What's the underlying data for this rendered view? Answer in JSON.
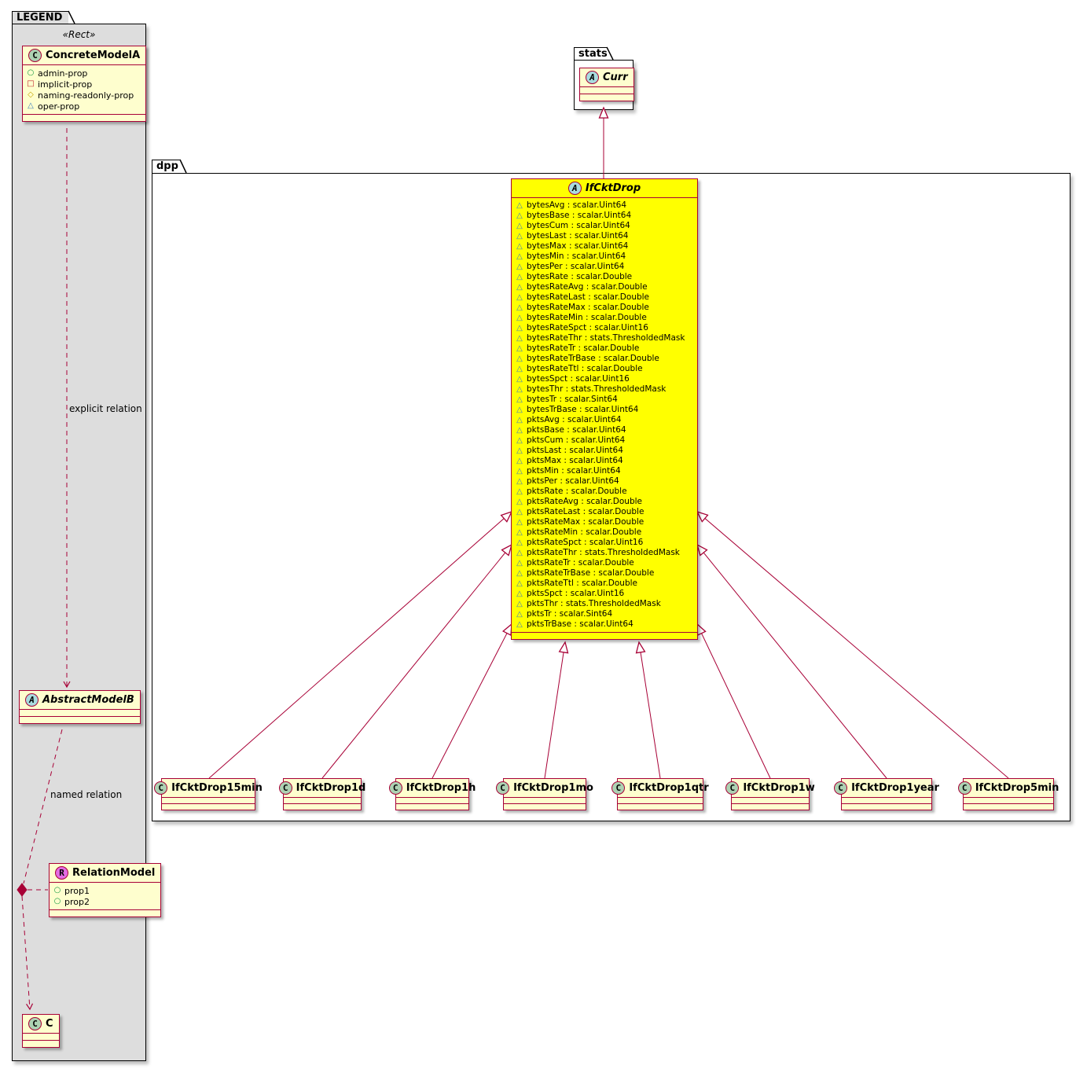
{
  "diagram": {
    "legend": {
      "tab": "LEGEND",
      "stereotype": "«Rect»",
      "classes": {
        "concreteModelA": {
          "spot": "C",
          "name": "ConcreteModelA",
          "properties": [
            {
              "icon": "circle-icon",
              "text": "admin-prop"
            },
            {
              "icon": "square-icon",
              "text": "implicit-prop"
            },
            {
              "icon": "diamond-icon",
              "text": "naming-readonly-prop"
            },
            {
              "icon": "triangle-icon",
              "text": "oper-prop"
            }
          ]
        },
        "abstractModelB": {
          "spot": "A",
          "name": "AbstractModelB"
        },
        "relationModel": {
          "spot": "R",
          "name": "RelationModel",
          "properties": [
            {
              "icon": "circle-icon",
              "text": "prop1"
            },
            {
              "icon": "circle-icon",
              "text": "prop2"
            }
          ]
        },
        "c": {
          "spot": "C",
          "name": "C"
        }
      },
      "relation_labels": {
        "explicit": "explicit relation",
        "named": "named relation"
      }
    },
    "stats": {
      "tab": "stats",
      "curr": {
        "spot": "A",
        "name": "Curr"
      }
    },
    "dpp": {
      "tab": "dpp",
      "ifCktDrop": {
        "spot": "A",
        "name": "IfCktDrop",
        "properties": [
          "bytesAvg : scalar.Uint64",
          "bytesBase : scalar.Uint64",
          "bytesCum : scalar.Uint64",
          "bytesLast : scalar.Uint64",
          "bytesMax : scalar.Uint64",
          "bytesMin : scalar.Uint64",
          "bytesPer : scalar.Uint64",
          "bytesRate : scalar.Double",
          "bytesRateAvg : scalar.Double",
          "bytesRateLast : scalar.Double",
          "bytesRateMax : scalar.Double",
          "bytesRateMin : scalar.Double",
          "bytesRateSpct : scalar.Uint16",
          "bytesRateThr : stats.ThresholdedMask",
          "bytesRateTr : scalar.Double",
          "bytesRateTrBase : scalar.Double",
          "bytesRateTtl : scalar.Double",
          "bytesSpct : scalar.Uint16",
          "bytesThr : stats.ThresholdedMask",
          "bytesTr : scalar.Sint64",
          "bytesTrBase : scalar.Uint64",
          "pktsAvg : scalar.Uint64",
          "pktsBase : scalar.Uint64",
          "pktsCum : scalar.Uint64",
          "pktsLast : scalar.Uint64",
          "pktsMax : scalar.Uint64",
          "pktsMin : scalar.Uint64",
          "pktsPer : scalar.Uint64",
          "pktsRate : scalar.Double",
          "pktsRateAvg : scalar.Double",
          "pktsRateLast : scalar.Double",
          "pktsRateMax : scalar.Double",
          "pktsRateMin : scalar.Double",
          "pktsRateSpct : scalar.Uint16",
          "pktsRateThr : stats.ThresholdedMask",
          "pktsRateTr : scalar.Double",
          "pktsRateTrBase : scalar.Double",
          "pktsRateTtl : scalar.Double",
          "pktsSpct : scalar.Uint16",
          "pktsThr : stats.ThresholdedMask",
          "pktsTr : scalar.Sint64",
          "pktsTrBase : scalar.Uint64"
        ]
      },
      "subclasses": [
        {
          "spot": "C",
          "name": "IfCktDrop15min"
        },
        {
          "spot": "C",
          "name": "IfCktDrop1d"
        },
        {
          "spot": "C",
          "name": "IfCktDrop1h"
        },
        {
          "spot": "C",
          "name": "IfCktDrop1mo"
        },
        {
          "spot": "C",
          "name": "IfCktDrop1qtr"
        },
        {
          "spot": "C",
          "name": "IfCktDrop1w"
        },
        {
          "spot": "C",
          "name": "IfCktDrop1year"
        },
        {
          "spot": "C",
          "name": "IfCktDrop5min"
        }
      ]
    },
    "relations": [
      {
        "from": "dpp.IfCktDrop",
        "to": "stats.Curr",
        "type": "extends"
      },
      {
        "from": "dpp.IfCktDrop15min",
        "to": "dpp.IfCktDrop",
        "type": "extends"
      },
      {
        "from": "dpp.IfCktDrop1d",
        "to": "dpp.IfCktDrop",
        "type": "extends"
      },
      {
        "from": "dpp.IfCktDrop1h",
        "to": "dpp.IfCktDrop",
        "type": "extends"
      },
      {
        "from": "dpp.IfCktDrop1mo",
        "to": "dpp.IfCktDrop",
        "type": "extends"
      },
      {
        "from": "dpp.IfCktDrop1qtr",
        "to": "dpp.IfCktDrop",
        "type": "extends"
      },
      {
        "from": "dpp.IfCktDrop1w",
        "to": "dpp.IfCktDrop",
        "type": "extends"
      },
      {
        "from": "dpp.IfCktDrop1year",
        "to": "dpp.IfCktDrop",
        "type": "extends"
      },
      {
        "from": "dpp.IfCktDrop5min",
        "to": "dpp.IfCktDrop",
        "type": "extends"
      },
      {
        "from": "ConcreteModelA",
        "to": "AbstractModelB",
        "type": "dashed-arrow",
        "label": "explicit relation"
      },
      {
        "from": "AbstractModelB",
        "to": "C",
        "type": "dashed-arrow",
        "label": "named relation",
        "via": "RelationModel"
      }
    ],
    "icon_glyphs": {
      "circle-icon": {
        "glyph": "○",
        "color": "#149A43"
      },
      "square-icon": {
        "glyph": "□",
        "color": "#C0252C"
      },
      "diamond-icon": {
        "glyph": "◇",
        "color": "#C6A300"
      },
      "triangle-icon": {
        "glyph": "△",
        "color": "#3C7EBF"
      }
    },
    "colors": {
      "class_fill": "#FEFECE",
      "class_border": "#A80036",
      "highlight_fill": "#FFFF00",
      "legend_fill": "#DDDDDD",
      "spot_class_fill": "#ADD1B2",
      "spot_abstract_fill": "#A9DCDF",
      "spot_relation_fill": "#E36BE3",
      "edge_color": "#A80036"
    }
  }
}
